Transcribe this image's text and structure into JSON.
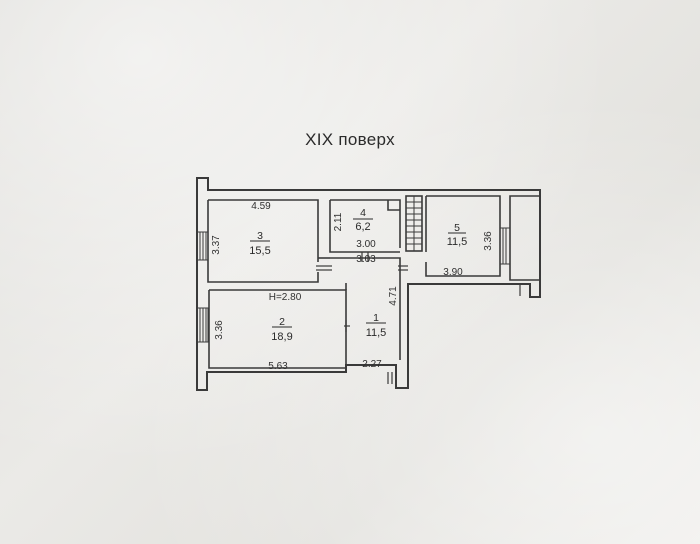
{
  "title": "XIX поверх",
  "rooms": [
    {
      "id": "3",
      "number": "3",
      "area": "15,5"
    },
    {
      "id": "2",
      "number": "2",
      "area": "18,9"
    },
    {
      "id": "4",
      "number": "4",
      "area": "6,2"
    },
    {
      "id": "1",
      "number": "1",
      "area": "11,5"
    },
    {
      "id": "5",
      "number": "5",
      "area": "11,5"
    }
  ],
  "dimensions": {
    "room3_width": "4.59",
    "room3_height": "3.37",
    "room2_height_label": "H=2.80",
    "room2_width": "5.63",
    "room2_height": "3.36",
    "room4_height": "2.11",
    "room4_width_top": "3.00",
    "room4_width_bottom": "3.03",
    "room1_height": "4.71",
    "room1_width": "2.27",
    "room5_width": "3.90",
    "room5_height": "3.36"
  },
  "colors": {
    "wall": "#3a3a3a",
    "ink": "#2b2b2b"
  }
}
